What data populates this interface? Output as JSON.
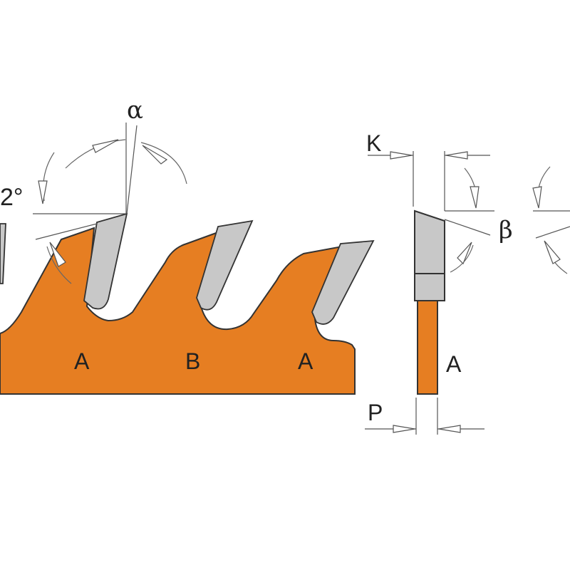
{
  "colors": {
    "blade_body": "#E67E22",
    "carbide_tip": "#C8C8C8",
    "outline": "#333333",
    "background": "#FFFFFF"
  },
  "labels": {
    "angle_partial": "2°",
    "alpha": "α",
    "beta": "β",
    "kerf": "K",
    "plate": "P",
    "tooth_1": "A",
    "tooth_2": "B",
    "tooth_3": "A",
    "side_tooth": "A"
  }
}
